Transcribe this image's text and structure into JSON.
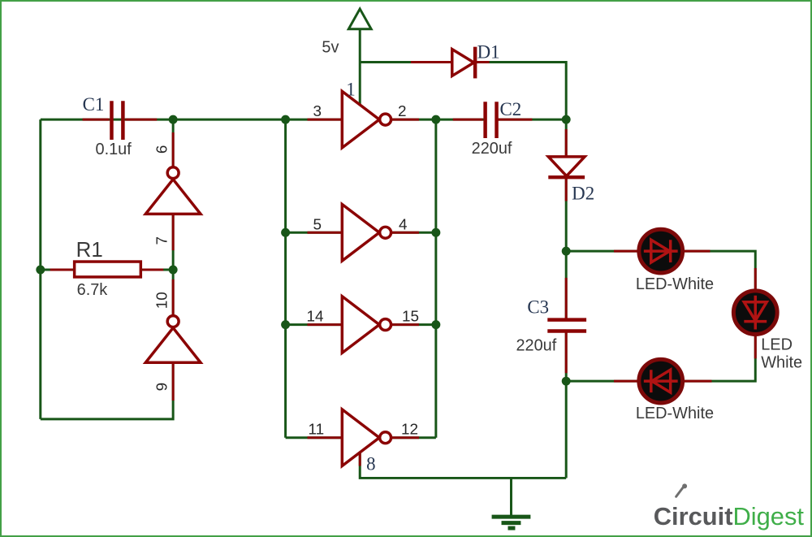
{
  "diagram": {
    "kind": "circuit-schematic",
    "description": "LED driver circuit using hex inverter gates",
    "colors": {
      "wire_green": "#185618",
      "component_red": "#8b0404",
      "led_ring": "#7c0909",
      "led_symbol": "#b01313",
      "led_fill": "#0c0c0c",
      "border_green": "#43a047",
      "label_navy": "#253550",
      "label_gray": "#3a3a3a",
      "logo_gray": "#58595b",
      "logo_green": "#3fae49"
    },
    "power": {
      "supply_label": "5v"
    },
    "components": {
      "c1": {
        "ref": "C1",
        "value": "0.1uf"
      },
      "r1": {
        "ref": "R1",
        "value": "6.7k"
      },
      "c2": {
        "ref": "C2",
        "value": "220uf"
      },
      "c3": {
        "ref": "C3",
        "value": "220uf"
      },
      "d1": {
        "ref": "D1"
      },
      "d2": {
        "ref": "D2"
      },
      "led_top": {
        "label": "LED-White"
      },
      "led_right": {
        "label_line1": "LED",
        "label_line2": "White"
      },
      "led_bottom": {
        "label": "LED-White"
      }
    },
    "ic_pins": {
      "pin1": "1",
      "pin2": "2",
      "pin3": "3",
      "pin4": "4",
      "pin5": "5",
      "pin6": "6",
      "pin7": "7",
      "pin8": "8",
      "pin9": "9",
      "pin10": "10",
      "pin11": "11",
      "pin12": "12",
      "pin14": "14",
      "pin15": "15"
    },
    "branding": {
      "logo_part1": "Circuit",
      "logo_part2": "Digest"
    }
  }
}
